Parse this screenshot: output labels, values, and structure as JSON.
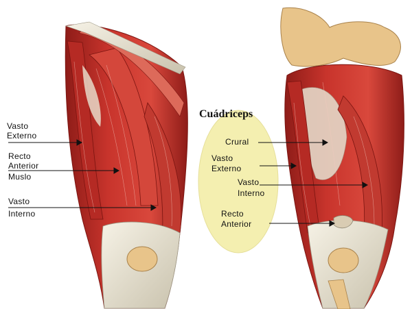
{
  "diagram": {
    "title": "Cuádriceps",
    "left_labels": {
      "vasto_externo": [
        "Vasto",
        "Externo"
      ],
      "recto_anterior_muslo": [
        "Recto",
        "Anterior",
        "Muslo"
      ],
      "vasto_interno": [
        "Vasto",
        "Interno"
      ]
    },
    "right_labels": {
      "crural": [
        "Crural"
      ],
      "vasto_externo": [
        "Vasto",
        "Externo"
      ],
      "vasto_interno": [
        "Vasto",
        "Interno"
      ],
      "recto_anterior": [
        "Recto",
        "Anterior"
      ]
    }
  },
  "colors": {
    "muscle": "#c8342c",
    "muscle_dark": "#8e1c18",
    "tendon": "#ece6d4",
    "bone": "#e8c48a",
    "highlight_oval": "#f4efb0"
  }
}
